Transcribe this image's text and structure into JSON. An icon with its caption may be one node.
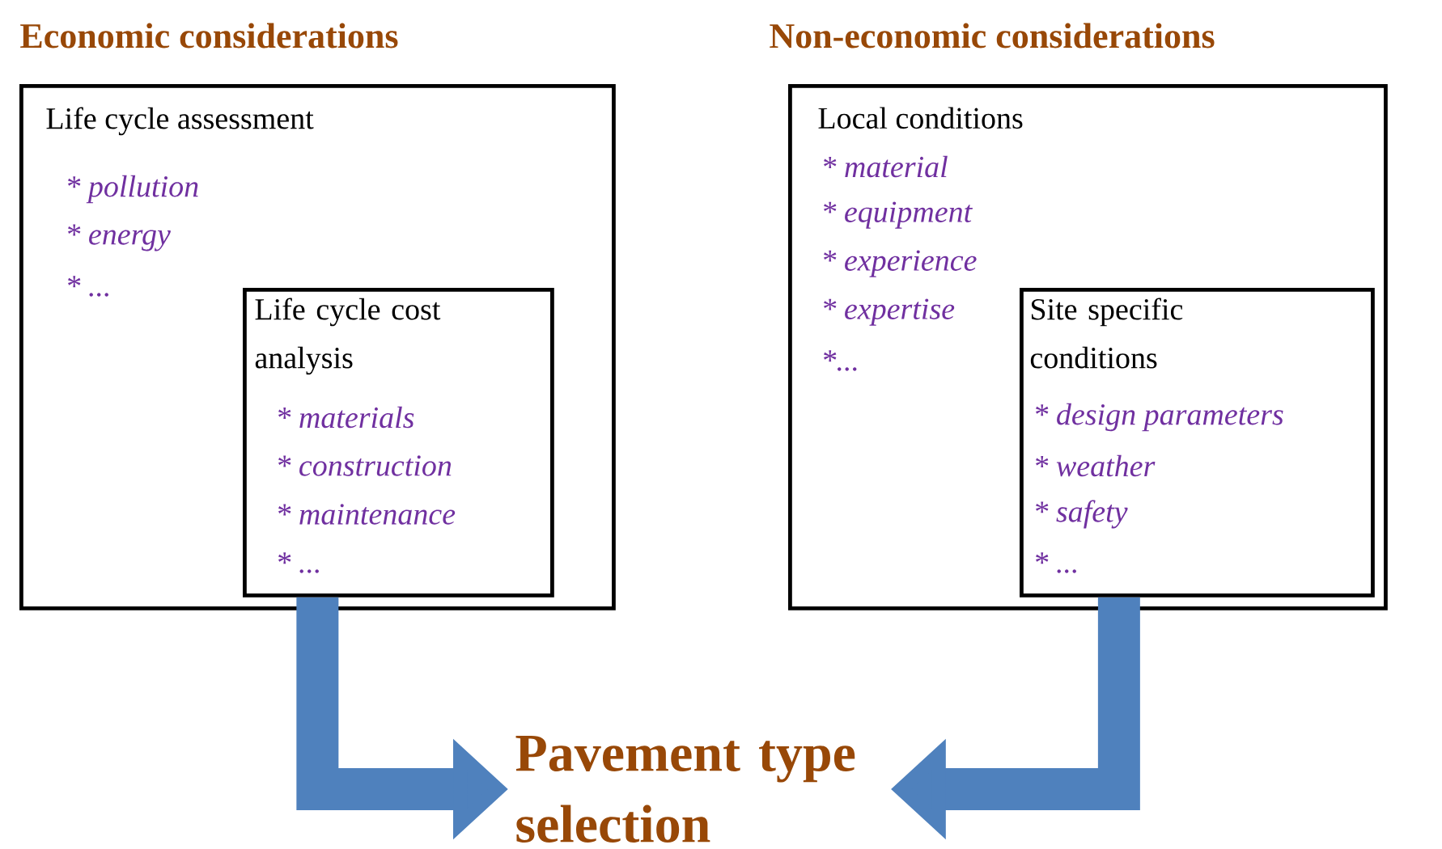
{
  "diagram": {
    "nodes": [
      {
        "text": [
          "Economic considerations",
          "Life cycle assessment",
          "* pollution",
          "* energy",
          "* ..."
        ]
      },
      {
        "text": [
          "Life cycle cost analysis",
          "* materials",
          "* construction",
          "* maintenance",
          "* ..."
        ],
        "in": 0
      },
      {
        "text": [
          "Non-economic considerations",
          "Local conditions",
          "* material",
          "* equipment",
          "* experience",
          "* expertise",
          "*..."
        ]
      },
      {
        "text": [
          "Site specific conditions",
          "* design parameters",
          "* weather",
          "* safety",
          "* ..."
        ],
        "in": 2
      },
      {
        "text": [
          "Pavement type selection"
        ]
      }
    ],
    "edges": [
      {
        "from": 1,
        "to": 4,
        "arrow": "to"
      },
      {
        "from": 3,
        "to": 4,
        "arrow": "to"
      }
    ]
  }
}
